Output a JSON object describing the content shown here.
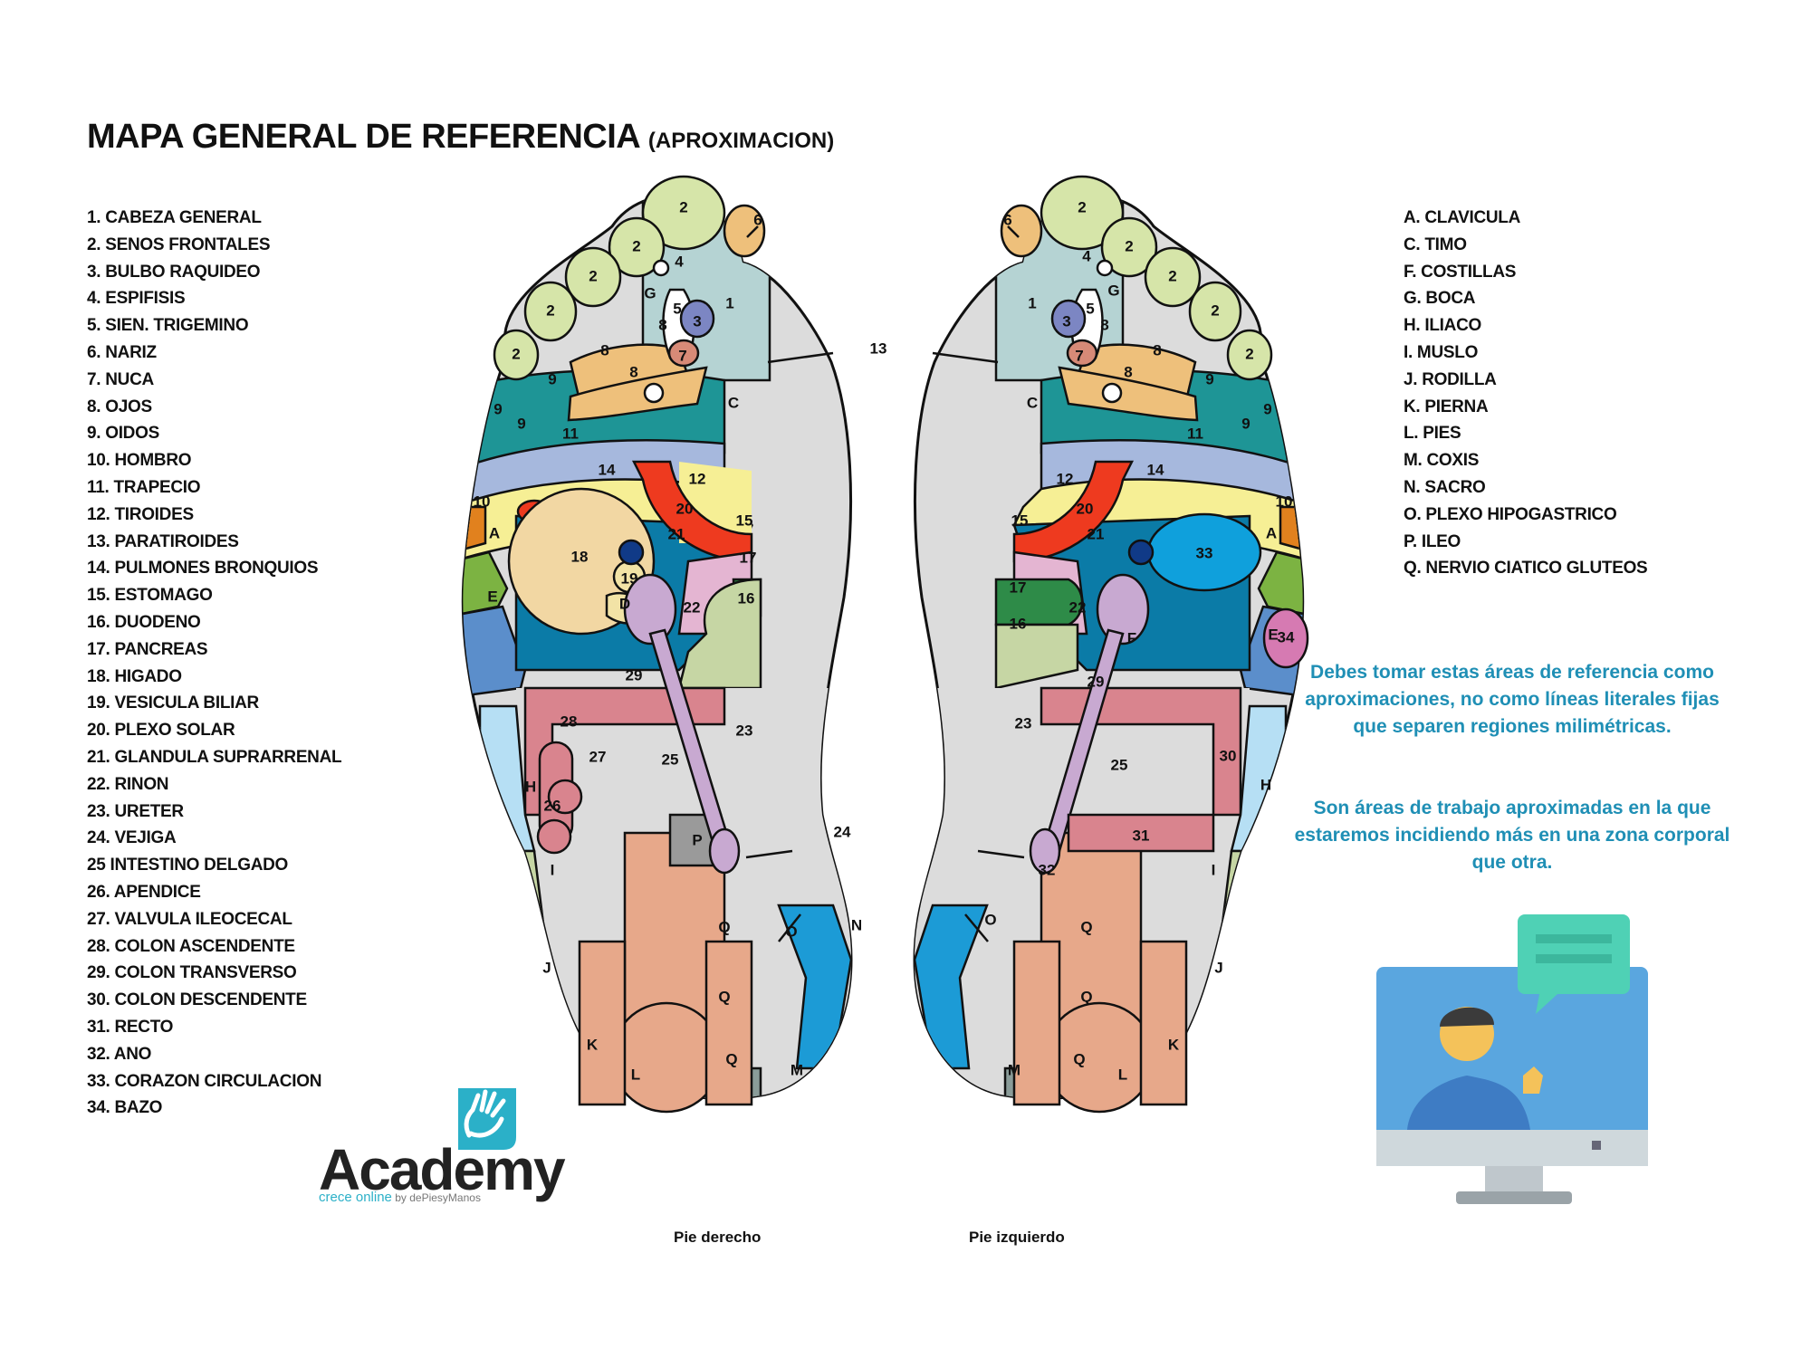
{
  "title": {
    "main": "MAPA GENERAL DE REFERENCIA",
    "sub": "(APROXIMACION)"
  },
  "legend_numbers": [
    "1. CABEZA GENERAL",
    "2. SENOS FRONTALES",
    "3. BULBO RAQUIDEO",
    "4. ESPIFISIS",
    "5. SIEN. TRIGEMINO",
    "6. NARIZ",
    "7. NUCA",
    "8. OJOS",
    "9. OIDOS",
    "10. HOMBRO",
    "11. TRAPECIO",
    "12. TIROIDES",
    "13. PARATIROIDES",
    "14. PULMONES BRONQUIOS",
    "15. ESTOMAGO",
    "16. DUODENO",
    "17. PANCREAS",
    "18. HIGADO",
    "19. VESICULA BILIAR",
    "20. PLEXO SOLAR",
    "21. GLANDULA SUPRARRENAL",
    "22. RINON",
    "23. URETER",
    "24. VEJIGA",
    "25 INTESTINO DELGADO",
    "26. APENDICE",
    "27. VALVULA ILEOCECAL",
    "28. COLON ASCENDENTE",
    "29. COLON TRANSVERSO",
    "30. COLON DESCENDENTE",
    "31. RECTO",
    "32. ANO",
    "33. CORAZON CIRCULACION",
    "34. BAZO"
  ],
  "legend_letters": [
    "A. CLAVICULA",
    "C. TIMO",
    "F. COSTILLAS",
    "G. BOCA",
    "H. ILIACO",
    "I. MUSLO",
    "J. RODILLA",
    "K. PIERNA",
    "L. PIES",
    "M. COXIS",
    "N. SACRO",
    "O. PLEXO HIPOGASTRICO",
    "P. ILEO",
    "Q. NERVIO CIATICO GLUTEOS"
  ],
  "note": {
    "para1": "Debes tomar estas áreas de referencia como aproximaciones, no como líneas literales fijas que separen regiones milimétricas.",
    "para2": "Son áreas de trabajo aproximadas en la que estaremos incidiendo más en una zona corporal que otra."
  },
  "captions": {
    "right_foot": "Pie derecho",
    "left_foot": "Pie izquierdo"
  },
  "logo": {
    "word": "Academy",
    "tagline": "crece online",
    "by": " by dePiesyManos"
  },
  "colors": {
    "note_text": "#1f8fb5",
    "logo_accent": "#2bb0c8",
    "foot_base": "#dcdcdc",
    "toes": "#d6e5a9",
    "head": "#b5d3d3",
    "eyes": "#eec07b",
    "ears": "#1e9596",
    "trapezius": "#a6b8dd",
    "lungs": "#f6ef95",
    "thyroid": "#ee3a1f",
    "stomach": "#e4b5d2",
    "liver": "#f2d7a3",
    "pancreas": "#2e8b48",
    "kidney": "#c8a9d1",
    "colon": "#d9848e",
    "sciatic": "#e7a88a",
    "spine": "#1c9bd6",
    "shoulder": "#e1811e",
    "clavicle": "#7cb342",
    "ribs": "#0b7ba7",
    "iliac": "#b6dff4",
    "heart": "#0fa0dc",
    "spleen": "#d67ab2"
  },
  "diagram_labels": {
    "right_foot": {
      "toes": [
        "2",
        "2",
        "2",
        "2",
        "2"
      ],
      "nose": "6",
      "pineal": "4",
      "trigeminal": "5",
      "head": "1",
      "medulla": "3",
      "neck": "7",
      "mouth": "G",
      "eyes": [
        "8",
        "8",
        "8"
      ],
      "ears": [
        "9",
        "9",
        "9"
      ],
      "parathyroid": "13",
      "thymus": "C",
      "trapezius": "11",
      "lungs": "14",
      "thyroid": "12",
      "shoulder": "10",
      "clavicle": "A",
      "solar_plexus": "20",
      "adrenal": "21",
      "stomach": "15",
      "pancreas": "17",
      "liver": "18",
      "gallbladder": "19",
      "ribs": "E",
      "d_area": "D",
      "kidney": "22",
      "duodenum": "16",
      "transverse_colon": "29",
      "ascending_colon": "28",
      "ileocecal": "27",
      "small_intestine": "25",
      "ureter": "23",
      "appendix": "26",
      "iliac": "H",
      "bladder": "24",
      "ileum": "P",
      "thigh": "I",
      "sciatic": [
        "Q",
        "Q",
        "Q"
      ],
      "hypogastric": "O",
      "sacrum": "N",
      "knee": "J",
      "leg": "K",
      "feet": "L",
      "coccyx": "M"
    },
    "left_foot": {
      "toes": [
        "2",
        "2",
        "2",
        "2",
        "2"
      ],
      "nose": "6",
      "pineal": "4",
      "trigeminal": "5",
      "head": "1",
      "medulla": "3",
      "neck": "7",
      "mouth": "G",
      "eyes": [
        "8",
        "8",
        "8"
      ],
      "ears": [
        "9",
        "9",
        "9"
      ],
      "thymus": "C",
      "trapezius": "11",
      "lungs": "14",
      "thyroid": "12",
      "shoulder": "10",
      "clavicle": "A",
      "solar_plexus": "20",
      "adrenal": "21",
      "stomach": "15",
      "pancreas": "17",
      "heart": "33",
      "duodenum": "16",
      "kidney": "22",
      "ribs_f": "F",
      "spleen": "34",
      "ribs": "E",
      "transverse_colon": "29",
      "ureter": "23",
      "small_intestine": "25",
      "descending_colon": "30",
      "iliac": "H",
      "rectum": "31",
      "anus": "32",
      "hypogastric": "O",
      "sciatic": [
        "Q",
        "Q",
        "Q"
      ],
      "coccyx": "M",
      "feet": "L",
      "leg": "K",
      "knee": "J",
      "thigh": "I"
    },
    "center": {
      "bladder_pointer": "24",
      "sacrum_pointer": "N",
      "parathyroid_pointer": "13"
    }
  }
}
